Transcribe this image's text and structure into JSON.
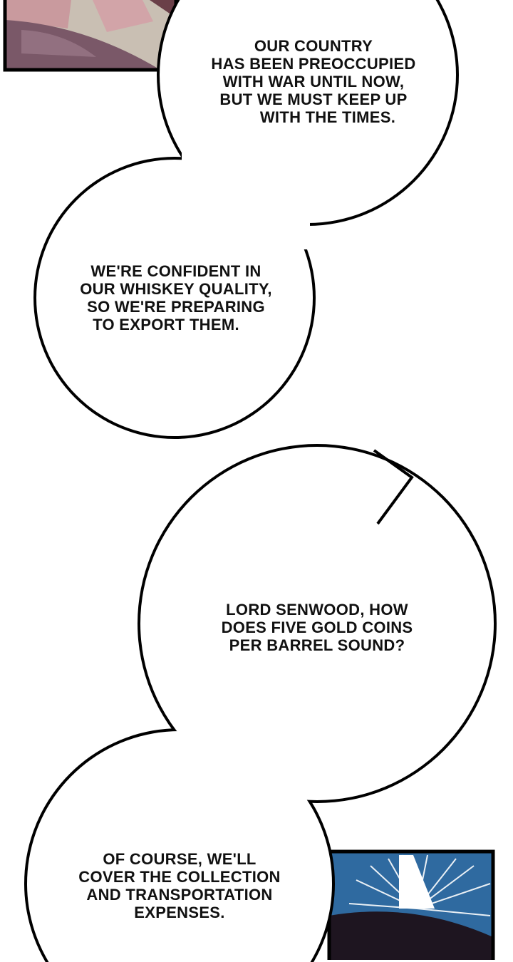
{
  "bubbles": [
    {
      "lines": [
        "OUR COUNTRY",
        "HAS BEEN PREOCCUPIED",
        "WITH WAR UNTIL NOW,",
        "BUT WE MUST KEEP UP",
        "WITH THE TIMES."
      ]
    },
    {
      "lines": [
        "WE'RE CONFIDENT IN",
        "OUR WHISKEY QUALITY,",
        "SO WE'RE PREPARING",
        "TO EXPORT THEM."
      ]
    },
    {
      "lines": [
        "LORD SENWOOD, HOW",
        "DOES FIVE GOLD COINS",
        "PER BARREL SOUND?"
      ]
    },
    {
      "lines": [
        "OF COURSE, WE'LL",
        "COVER THE COLLECTION",
        "AND TRANSPORTATION",
        "EXPENSES."
      ]
    }
  ],
  "colors": {
    "panel_sky": "#2f6aa0",
    "panel_dark": "#1e1520",
    "panel_pink": "#c99a9e",
    "panel_ground": "#7a5868"
  }
}
